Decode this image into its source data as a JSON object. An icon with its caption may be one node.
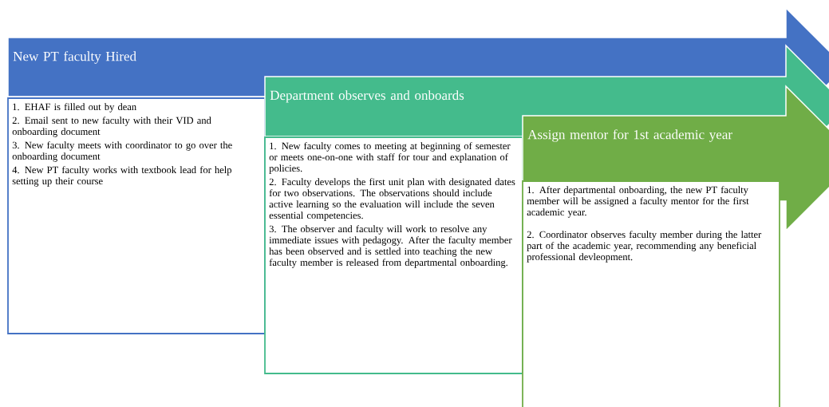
{
  "diagram": {
    "nodes": [
      {
        "text": [
          "New PT faculty Hired"
        ]
      },
      {
        "text": [
          "1. EHAF is filled out by dean",
          "2. Email sent to new faculty with their VID and onboarding document",
          "3. New faculty meets with coordinator to go over the onboarding document",
          "4. New PT faculty works with textbook lead for help setting up their course"
        ]
      },
      {
        "text": [
          "Department observes and onboards"
        ]
      },
      {
        "text": [
          "1. New faculty comes to meeting at beginning of semester or meets one-on-one with staff for tour and explanation of policies.",
          "2. Faculty develops the first unit plan with designated dates for two observations. The observations should include active learning so the evaluation will include the seven essential competencies.",
          "3. The observer and faculty will work to resolve any immediate issues with pedagogy. After the faculty member has been observed and is settled into teaching the new faculty member is released from departmental onboarding."
        ]
      },
      {
        "text": [
          "Assign mentor for 1st academic year"
        ]
      },
      {
        "text": [
          "1. After departmental onboarding, the new PT faculty member will be assigned a faculty mentor for the first academic year.",
          "2. Coordinator observes faculty member during the latter part of the academic year, recommending any beneficial professional devleopment."
        ]
      }
    ]
  }
}
